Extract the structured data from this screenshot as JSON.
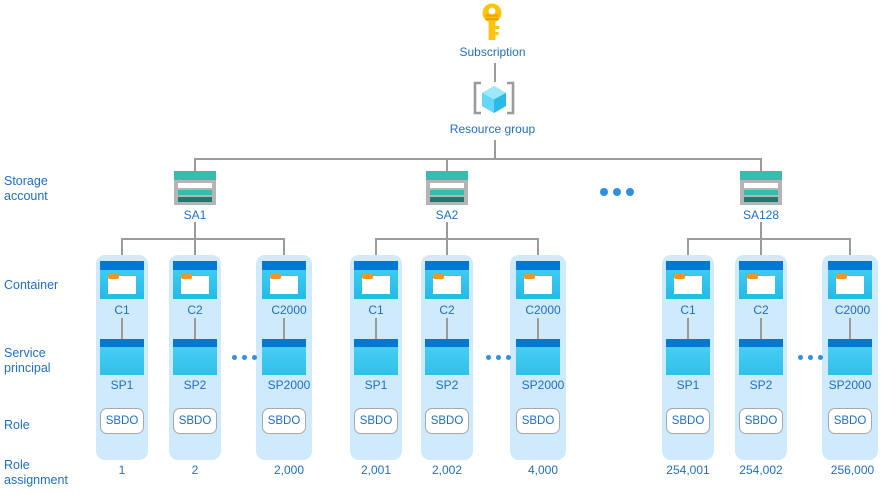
{
  "diagram": {
    "title": "Azure storage account role assignment scale hierarchy",
    "colors": {
      "label_blue": "#1f6fc4",
      "column_bg": "#cfeafc",
      "line_gray": "#9b9b9b",
      "storage_teal": "#35bdaf",
      "container_blue": "#0078d4",
      "container_cyan": "#3ecbf0",
      "tab_orange": "#f7941e",
      "key_gold": "#ffc20e",
      "cube_cyan": "#50d0f5"
    },
    "row_labels": [
      {
        "name": "storage-account",
        "text": "Storage\naccount"
      },
      {
        "name": "container",
        "text": "Container"
      },
      {
        "name": "service-principal",
        "text": "Service\nprincipal"
      },
      {
        "name": "role",
        "text": "Role"
      },
      {
        "name": "role-assignment",
        "text": "Role\nassignment"
      }
    ],
    "root": {
      "subscription": {
        "label": "Subscription",
        "icon": "key-icon"
      },
      "resource_group": {
        "label": "Resource group",
        "icon": "cube-icon"
      }
    },
    "storage_accounts": [
      {
        "label": "SA1"
      },
      {
        "label": "SA2"
      },
      {
        "label": "SA128"
      }
    ],
    "storage_ellipsis": "...",
    "groups": [
      {
        "storage_account": "SA1",
        "ellipsis": "...",
        "columns": [
          {
            "container": "C1",
            "service_principal": "SP1",
            "role": "SBDO",
            "role_assignment": "1"
          },
          {
            "container": "C2",
            "service_principal": "SP2",
            "role": "SBDO",
            "role_assignment": "2"
          },
          {
            "container": "C2000",
            "service_principal": "SP2000",
            "role": "SBDO",
            "role_assignment": "2,000"
          }
        ]
      },
      {
        "storage_account": "SA2",
        "ellipsis": "...",
        "columns": [
          {
            "container": "C1",
            "service_principal": "SP1",
            "role": "SBDO",
            "role_assignment": "2,001"
          },
          {
            "container": "C2",
            "service_principal": "SP2",
            "role": "SBDO",
            "role_assignment": "2,002"
          },
          {
            "container": "C2000",
            "service_principal": "SP2000",
            "role": "SBDO",
            "role_assignment": "4,000"
          }
        ]
      },
      {
        "storage_account": "SA128",
        "ellipsis": "...",
        "columns": [
          {
            "container": "C1",
            "service_principal": "SP1",
            "role": "SBDO",
            "role_assignment": "254,001"
          },
          {
            "container": "C2",
            "service_principal": "SP2",
            "role": "SBDO",
            "role_assignment": "254,002"
          },
          {
            "container": "C2000",
            "service_principal": "SP2000",
            "role": "SBDO",
            "role_assignment": "256,000"
          }
        ]
      }
    ]
  }
}
